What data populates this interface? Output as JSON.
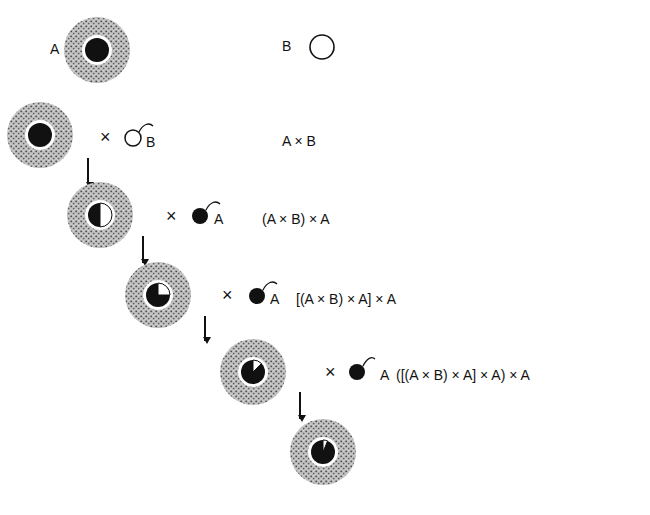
{
  "diagram": {
    "labels": [
      "A",
      "B",
      "×",
      "B",
      "A × B",
      "×",
      "A",
      "(A × B) × A",
      "×",
      "A",
      "[(A × B) × A] × A",
      "×",
      "A",
      "([(A × B) × A] × A) × A"
    ]
  }
}
